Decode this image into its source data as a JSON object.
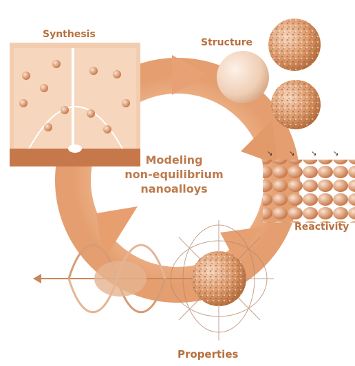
{
  "labels": {
    "synthesis": "Synthesis",
    "structure": "Structure",
    "reactivity": "Reactivity",
    "properties": "Properties"
  },
  "center": {
    "line1": "Modeling",
    "line2": "non-equilibrium",
    "line3": "nanoalloys"
  },
  "colors": {
    "ring": "#e8a477",
    "panel": "#f1c6a6",
    "dark": "#c9764a",
    "text": "#b8703f"
  },
  "icons": {
    "cycle": "cycle-arrows-icon",
    "synthesis": "synthesis-chamber-icon",
    "structure": "nanoparticle-spheres-icon",
    "reactivity": "atomic-surface-icon",
    "properties": "magnetic-field-icon",
    "optics": "wave-pulse-icon"
  }
}
